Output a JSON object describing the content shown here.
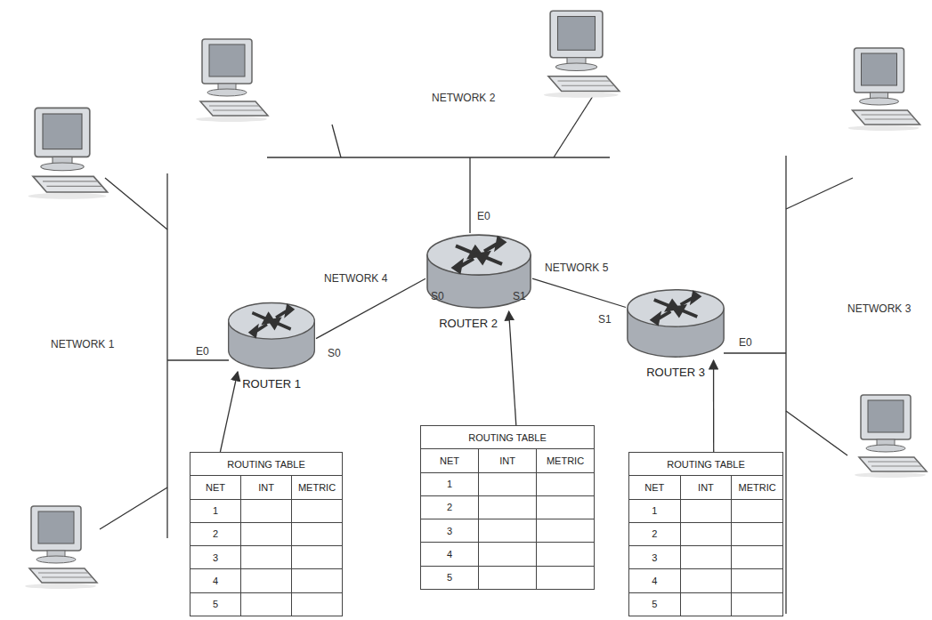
{
  "diagram": {
    "nodes": [
      {
        "text": [
          "ROUTER 1"
        ]
      },
      {
        "text": [
          "ROUTER 2"
        ]
      },
      {
        "text": [
          "ROUTER 3"
        ]
      },
      {
        "text": [
          "ROUTING TABLE",
          "NET",
          "INT",
          "METRIC",
          "1",
          "2",
          "3",
          "4",
          "5"
        ]
      },
      {
        "text": [
          "ROUTING TABLE",
          "NET",
          "INT",
          "METRIC",
          "1",
          "2",
          "3",
          "4",
          "5"
        ]
      },
      {
        "text": [
          "ROUTING TABLE",
          "NET",
          "INT",
          "METRIC",
          "1",
          "2",
          "3",
          "4",
          "5"
        ]
      }
    ],
    "edges": [
      {
        "from": 0,
        "to": 1,
        "label": "NETWORK 4",
        "arrow": "none"
      },
      {
        "from": 1,
        "to": 2,
        "label": "NETWORK 5",
        "arrow": "none"
      },
      {
        "from": 3,
        "to": 0,
        "arrow": "to"
      },
      {
        "from": 4,
        "to": 1,
        "arrow": "to"
      },
      {
        "from": 5,
        "to": 2,
        "arrow": "to"
      }
    ],
    "labels": [
      "NETWORK 2",
      "E0",
      "NETWORK 1",
      "E0",
      "S0",
      "S0",
      "S1",
      "S1",
      "NETWORK 3",
      "E0"
    ]
  }
}
